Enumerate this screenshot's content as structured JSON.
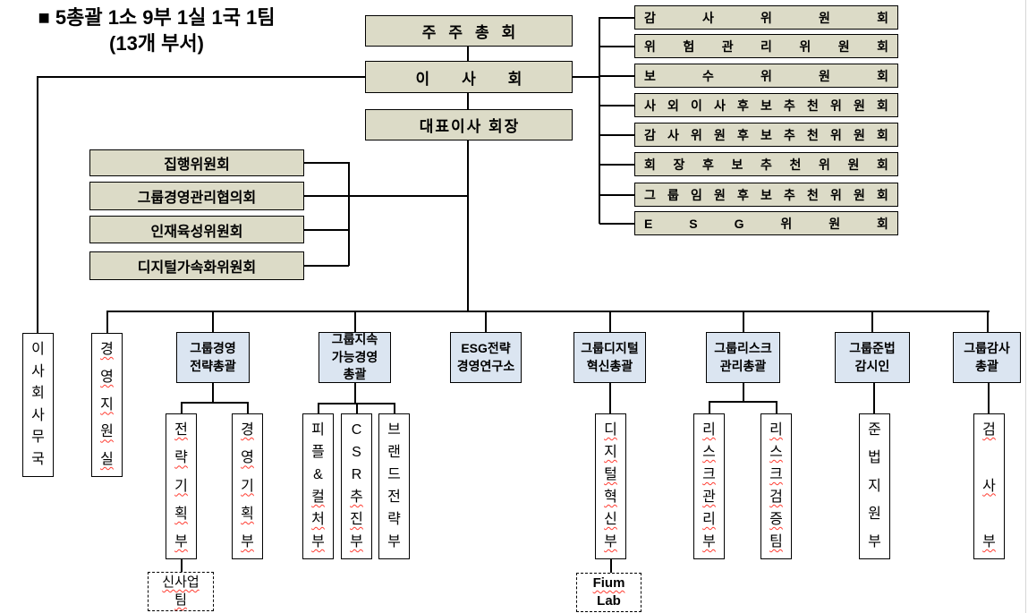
{
  "title": {
    "line1": "■ 5총괄 1소 9부 1실 1국 1팀",
    "line2": "(13개 부서)"
  },
  "colors": {
    "tan": "#dcdbc7",
    "blue": "#dbe5f1",
    "line": "#000000",
    "wavy": "#ff3b30"
  },
  "governance": {
    "shareholders": "주주총회",
    "board": "이사회",
    "ceo": "대표이사 회장"
  },
  "board_committees": [
    {
      "label": "감사위원회"
    },
    {
      "label": "위험관리위원회"
    },
    {
      "label": "보수위원회"
    },
    {
      "label": "사외이사후보추천위원회"
    },
    {
      "label": "감사위원후보추천위원회"
    },
    {
      "label": "회장후보추천위원회"
    },
    {
      "label": "그룹임원후보추천위원회"
    },
    {
      "label": "ESG위원회"
    }
  ],
  "exec_committees": [
    "집행위원회",
    "그룹경영관리협의회",
    "인재육성위원회",
    "디지털가속화위원회"
  ],
  "staff_units": [
    {
      "label": "이사회사무국",
      "wavy": ""
    },
    {
      "label": "경영지원실",
      "wavy": "경영지원실"
    }
  ],
  "divisions": [
    {
      "name": "그룹경영\n전략총괄"
    },
    {
      "name": "그룹지속\n가능경영\n총괄"
    },
    {
      "name": "ESG전략\n경영연구소"
    },
    {
      "name": "그룹디지털\n혁신총괄"
    },
    {
      "name": "그룹리스크\n관리총괄"
    },
    {
      "name": "그룹준법\n감시인"
    },
    {
      "name": "그룹감사\n총괄"
    }
  ],
  "departments": [
    {
      "label": "전략기획부",
      "wavy": "전략기획부"
    },
    {
      "label": "경영기획부",
      "wavy": "경영기획부"
    },
    {
      "label": "피플&컬처부",
      "wavy": "컬처부"
    },
    {
      "label": "CSR추진부",
      "wavy": "추진부"
    },
    {
      "label": "브랜드전략부",
      "wavy": ""
    },
    {
      "label": "디지털혁신부",
      "wavy": "디지털혁신부"
    },
    {
      "label": "리스크관리부",
      "wavy": "리스크관리부"
    },
    {
      "label": "리스크검증팀",
      "wavy": "리스크검증팀"
    },
    {
      "label": "준법지원부",
      "wavy": ""
    },
    {
      "label": "검사부",
      "wavy": "검사부"
    }
  ],
  "teams": [
    {
      "line1": "신사업",
      "line2": "팀"
    },
    {
      "line1": "Fium",
      "line2": "Lab"
    }
  ]
}
